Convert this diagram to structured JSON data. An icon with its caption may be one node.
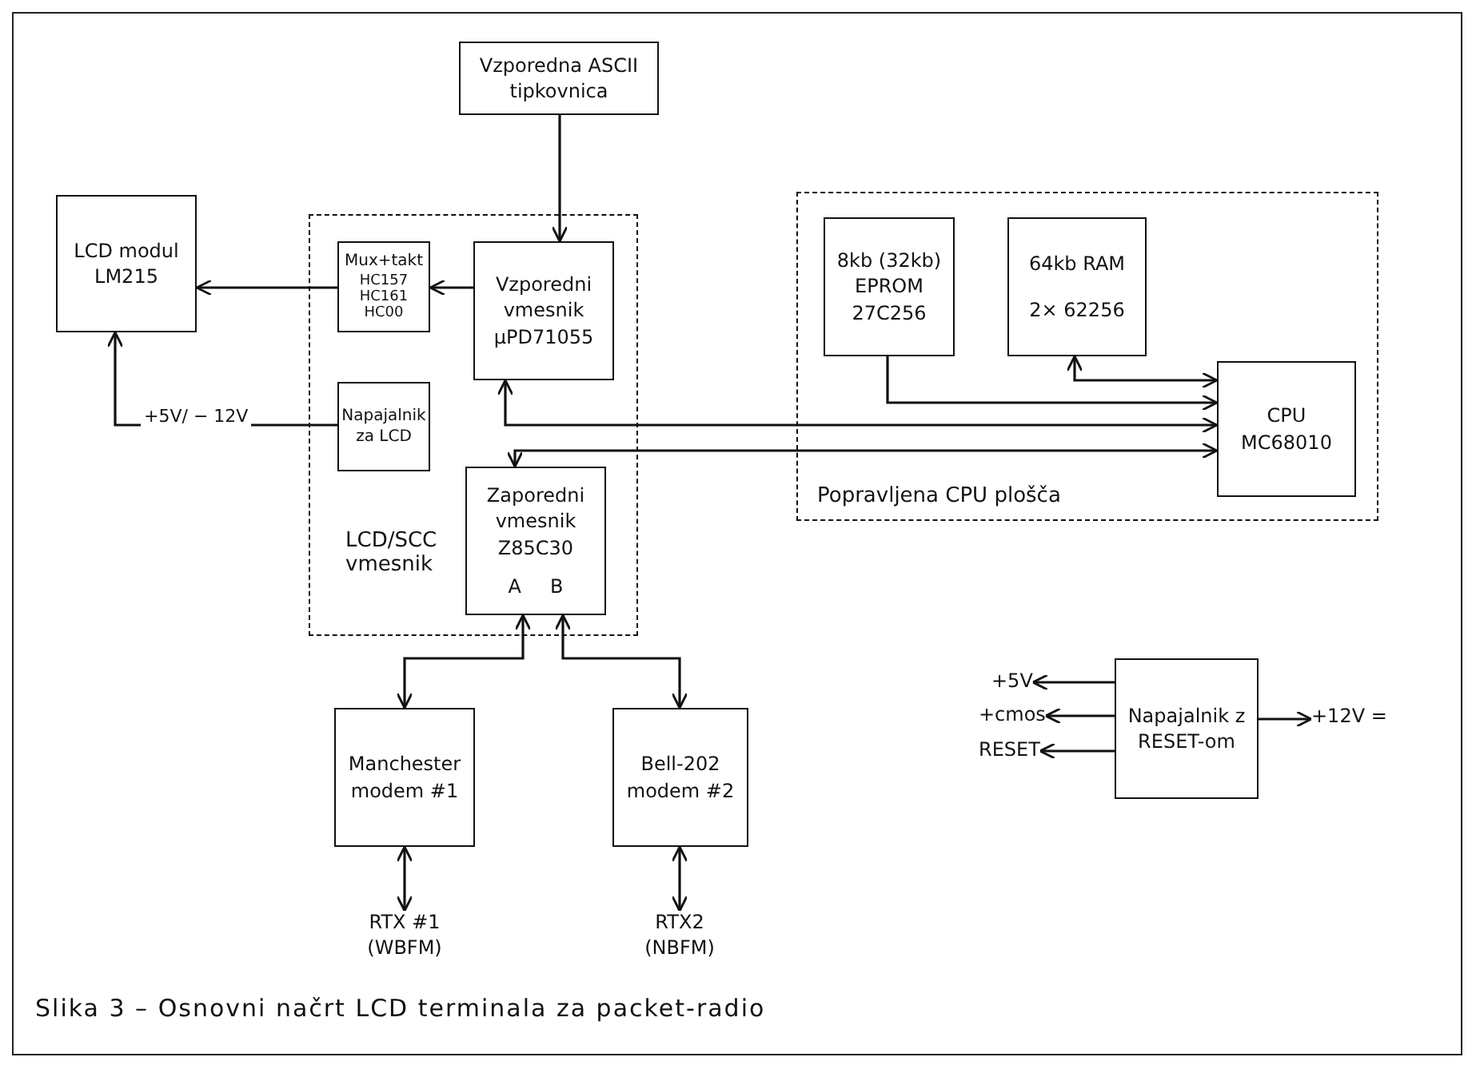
{
  "diagram": {
    "caption": "Slika 3 – Osnovni načrt LCD terminala za packet-radio",
    "nodes": [
      {
        "text": [
          "Vzporedna ASCII tipkovnica"
        ]
      },
      {
        "text": [
          "LCD modul LM215"
        ]
      },
      {
        "text": [
          "LCD/SCC vmesnik"
        ]
      },
      {
        "text": [
          "Mux+takt",
          "HC157 HC161 HC00"
        ],
        "in": 2
      },
      {
        "text": [
          "Vzporedni vmesnik µPD71055"
        ],
        "in": 2
      },
      {
        "text": [
          "Napajalnik za LCD"
        ],
        "in": 2
      },
      {
        "text": [
          "Zaporedni vmesnik Z85C30",
          "A",
          "B"
        ],
        "in": 2
      },
      {
        "text": [
          "Popravljena CPU plošča"
        ]
      },
      {
        "text": [
          "8kb (32kb) EPROM 27C256"
        ],
        "in": 7
      },
      {
        "text": [
          "64kb RAM",
          "2× 62256"
        ],
        "in": 7
      },
      {
        "text": [
          "CPU MC68010"
        ],
        "in": 7
      },
      {
        "text": [
          "Manchester modem #1"
        ]
      },
      {
        "text": [
          "Bell-202 modem #2"
        ]
      },
      {
        "text": [
          "RTX #1 (WBFM)"
        ]
      },
      {
        "text": [
          "RTX2 (NBFM)"
        ]
      },
      {
        "text": [
          "Napajalnik z RESET-om"
        ]
      },
      {
        "text": [
          "+5V"
        ]
      },
      {
        "text": [
          "+cmos"
        ]
      },
      {
        "text": [
          "RESET"
        ]
      },
      {
        "text": [
          "+12V ="
        ]
      }
    ],
    "edges": [
      {
        "from": 0,
        "to": 4,
        "arrow": "to"
      },
      {
        "from": 4,
        "to": 3,
        "arrow": "to"
      },
      {
        "from": 3,
        "to": 1,
        "arrow": "to"
      },
      {
        "from": 5,
        "to": 1,
        "arrow": "to",
        "label": "+5V/ − 12V"
      },
      {
        "from": 4,
        "to": 10,
        "arrow": "both"
      },
      {
        "from": 6,
        "to": 10,
        "arrow": "both"
      },
      {
        "from": 8,
        "to": 10,
        "arrow": "to"
      },
      {
        "from": 9,
        "to": 10,
        "arrow": "both"
      },
      {
        "from": 6,
        "to": 11,
        "arrow": "both"
      },
      {
        "from": 6,
        "to": 12,
        "arrow": "both"
      },
      {
        "from": 11,
        "to": 13,
        "arrow": "both"
      },
      {
        "from": 12,
        "to": 14,
        "arrow": "both"
      },
      {
        "from": 15,
        "to": 16,
        "arrow": "to"
      },
      {
        "from": 15,
        "to": 17,
        "arrow": "to"
      },
      {
        "from": 15,
        "to": 18,
        "arrow": "to"
      },
      {
        "from": 15,
        "to": 19,
        "arrow": "to"
      }
    ]
  }
}
